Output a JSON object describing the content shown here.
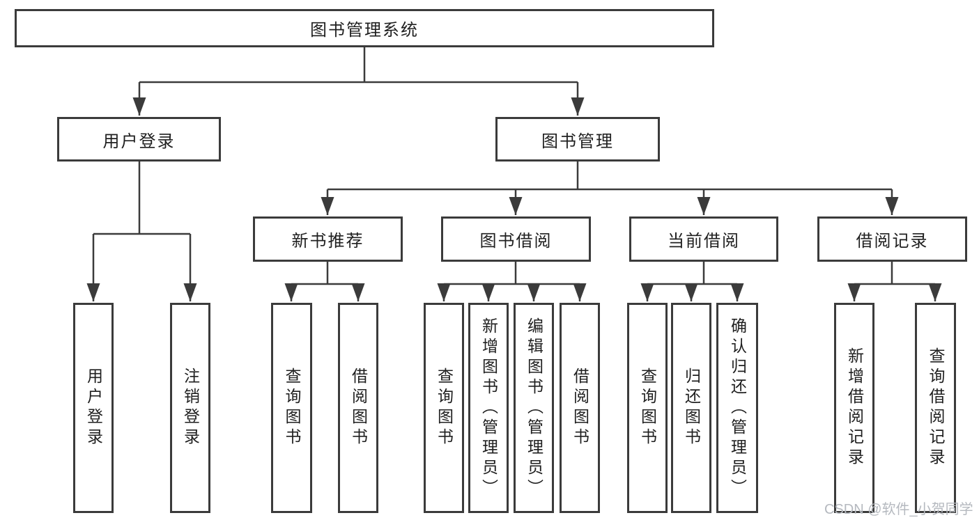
{
  "diagram": {
    "type": "hierarchy-structure-chart",
    "colors": {
      "line": "#3b3b3b",
      "box_border": "#3b3b3b",
      "box_fill": "#ffffff",
      "text": "#1f1f1f",
      "watermark": "#b5b9bf",
      "background": "#ffffff"
    },
    "tree": {
      "label": "图书管理系统",
      "children": [
        {
          "label": "用户登录",
          "children": [
            {
              "label": "用户登录"
            },
            {
              "label": "注销登录"
            }
          ]
        },
        {
          "label": "图书管理",
          "children": [
            {
              "label": "新书推荐",
              "children": [
                {
                  "label": "查询图书"
                },
                {
                  "label": "借阅图书"
                }
              ]
            },
            {
              "label": "图书借阅",
              "children": [
                {
                  "label": "查询图书"
                },
                {
                  "label": "新增图书（管理员）"
                },
                {
                  "label": "编辑图书（管理员）"
                },
                {
                  "label": "借阅图书"
                }
              ]
            },
            {
              "label": "当前借阅",
              "children": [
                {
                  "label": "查询图书"
                },
                {
                  "label": "归还图书"
                },
                {
                  "label": "确认归还（管理员）"
                }
              ]
            },
            {
              "label": "借阅记录",
              "children": [
                {
                  "label": "新增借阅记录"
                },
                {
                  "label": "查询借阅记录"
                }
              ]
            }
          ]
        }
      ]
    },
    "watermark": "CSDN @软件_小贺同学"
  }
}
